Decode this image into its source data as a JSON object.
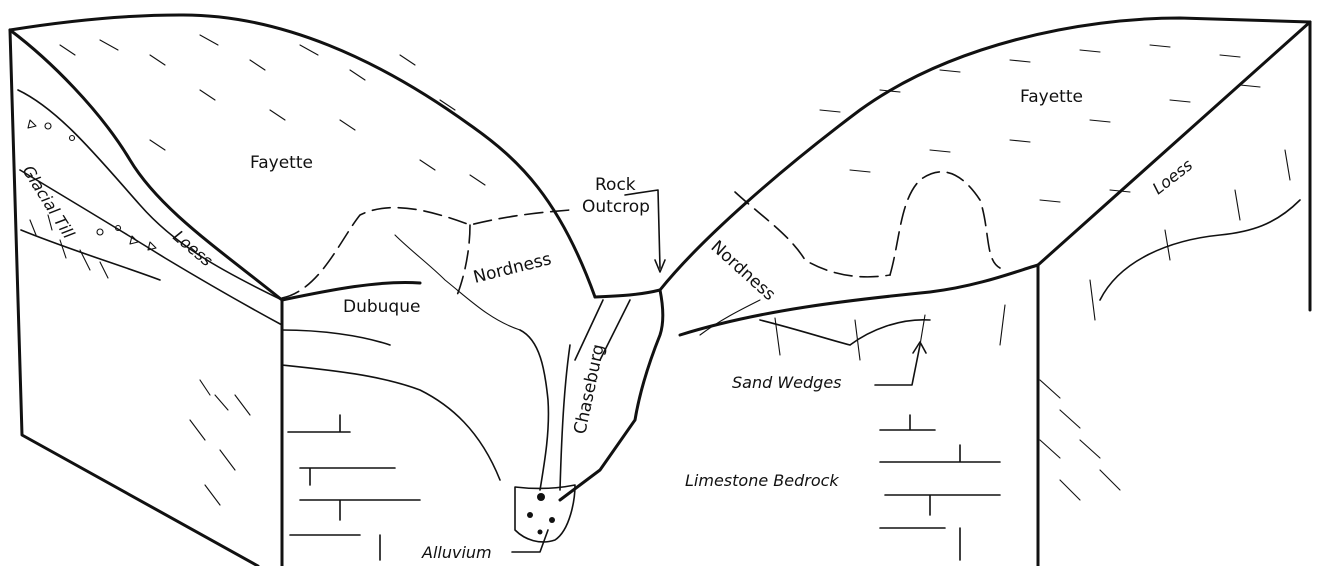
{
  "labels": {
    "fayette_left": "Fayette",
    "fayette_right": "Fayette",
    "dubuque": "Dubuque",
    "nordness_left": "Nordness",
    "nordness_right": "Nordness",
    "rock": "Rock",
    "outcrop": "Outcrop",
    "chaseburg": "Chaseburg",
    "glacial_till": "Glacial Till",
    "loess_left": "Loess",
    "loess_right": "Loess",
    "sand_wedges": "Sand Wedges",
    "limestone_bedrock": "Limestone Bedrock",
    "alluvium": "Alluvium"
  }
}
